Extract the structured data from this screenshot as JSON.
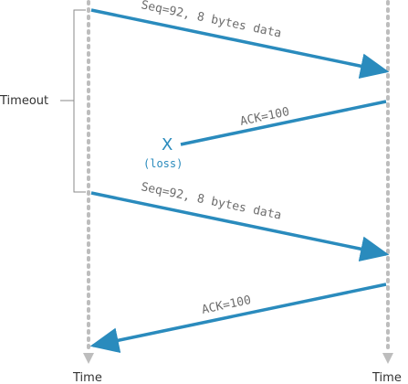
{
  "messages": {
    "seq1_label": "Seq=92, 8 bytes data",
    "ack1_label": "ACK=100",
    "seq2_label": "Seq=92, 8 bytes data",
    "ack2_label": "ACK=100"
  },
  "loss": {
    "marker": "X",
    "note": "(loss)"
  },
  "timeout": {
    "label": "Timeout"
  },
  "axes": {
    "left_time_label": "Time",
    "right_time_label": "Time"
  },
  "colors": {
    "arrow": "#2a8bbd",
    "timeline": "#bdbdbd",
    "bracket": "#8a8a8a"
  }
}
